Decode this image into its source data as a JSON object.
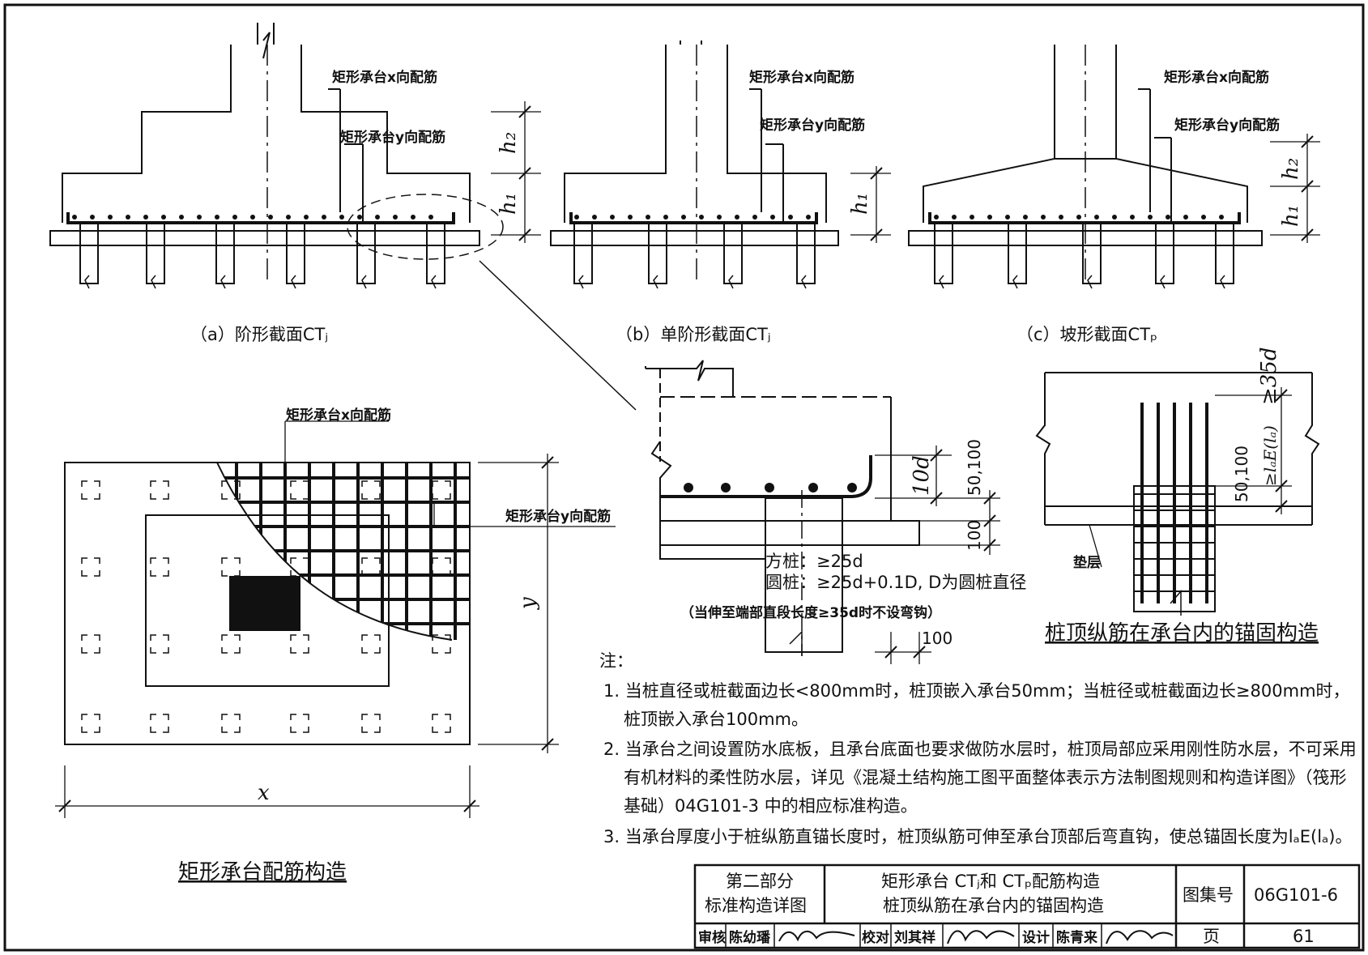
{
  "labels": {
    "x_rebar": "矩形承台x向配筋",
    "y_rebar": "矩形承台y向配筋",
    "h1": "h₁",
    "h2": "h₂",
    "x_axis": "x",
    "y_axis": "y",
    "dim_10d": "10d",
    "dim_50_100": "50,100",
    "dim_100": "100",
    "dim_100b": "100",
    "dim_35d": "≥35d",
    "dim_lae": "≥lₐE(lₐ)",
    "dim_50_100b": "50,100",
    "square_pile": "方桩：≥25d",
    "round_pile": "圆桩：≥25d+0.1D, D为圆桩直径",
    "hook_note": "（当伸至端部直段长度≥35d时不设弯钩）",
    "cushion": "垫层"
  },
  "captions": {
    "a": "（a）阶形截面CTⱼ",
    "b": "（b）单阶形截面CTⱼ",
    "c": "（c）坡形截面CTₚ",
    "plan": "矩形承台配筋构造",
    "anchor": "桩顶纵筋在承台内的锚固构造"
  },
  "notes": {
    "heading": "注：",
    "n1a": "1. 当桩直径或桩截面边长<800mm时，桩顶嵌入承台50mm；当桩径或桩截面边长≥800mm时，",
    "n1b": "桩顶嵌入承台100mm。",
    "n2a": "2. 当承台之间设置防水底板，且承台底面也要求做防水层时，桩顶局部应采用刚性防水层，不可采用",
    "n2b": "有机材料的柔性防水层，详见《混凝土结构施工图平面整体表示方法制图规则和构造详图》（筏形",
    "n2c": "基础）04G101-3 中的相应标准构造。",
    "n3": "3. 当承台厚度小于桩纵筋直锚长度时，桩顶纵筋可伸至承台顶部后弯直钩，使总锚固长度为lₐE(lₐ)。"
  },
  "title_block": {
    "part": "第二部分",
    "part_sub": "标准构造详图",
    "title1": "矩形承台 CTⱼ和 CTₚ配筋构造",
    "title2": "桩顶纵筋在承台内的锚固构造",
    "atlas_label": "图集号",
    "atlas_no": "06G101-6",
    "review": "审核",
    "reviewer": "陈幼璠",
    "check": "校对",
    "checker": "刘其祥",
    "design": "设计",
    "designer": "陈青来",
    "page_label": "页",
    "page_no": "61"
  }
}
